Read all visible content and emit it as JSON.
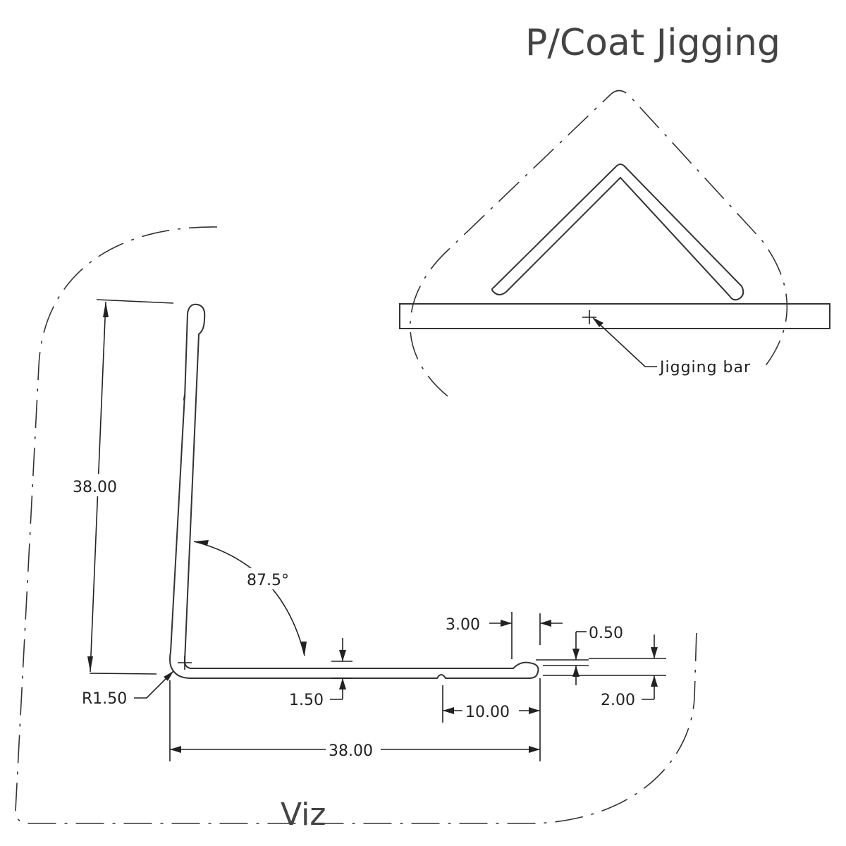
{
  "title": "P/Coat Jigging",
  "view_label": "Viz",
  "jig_label": "Jigging bar",
  "dimensions": {
    "height": "38.00",
    "width": "38.00",
    "angle": "87.5°",
    "radius": "R1.50",
    "thickness": "1.50",
    "lip_width": "3.00",
    "lip_offset": "0.50",
    "lip_height": "2.00",
    "groove_distance": "10.00"
  }
}
